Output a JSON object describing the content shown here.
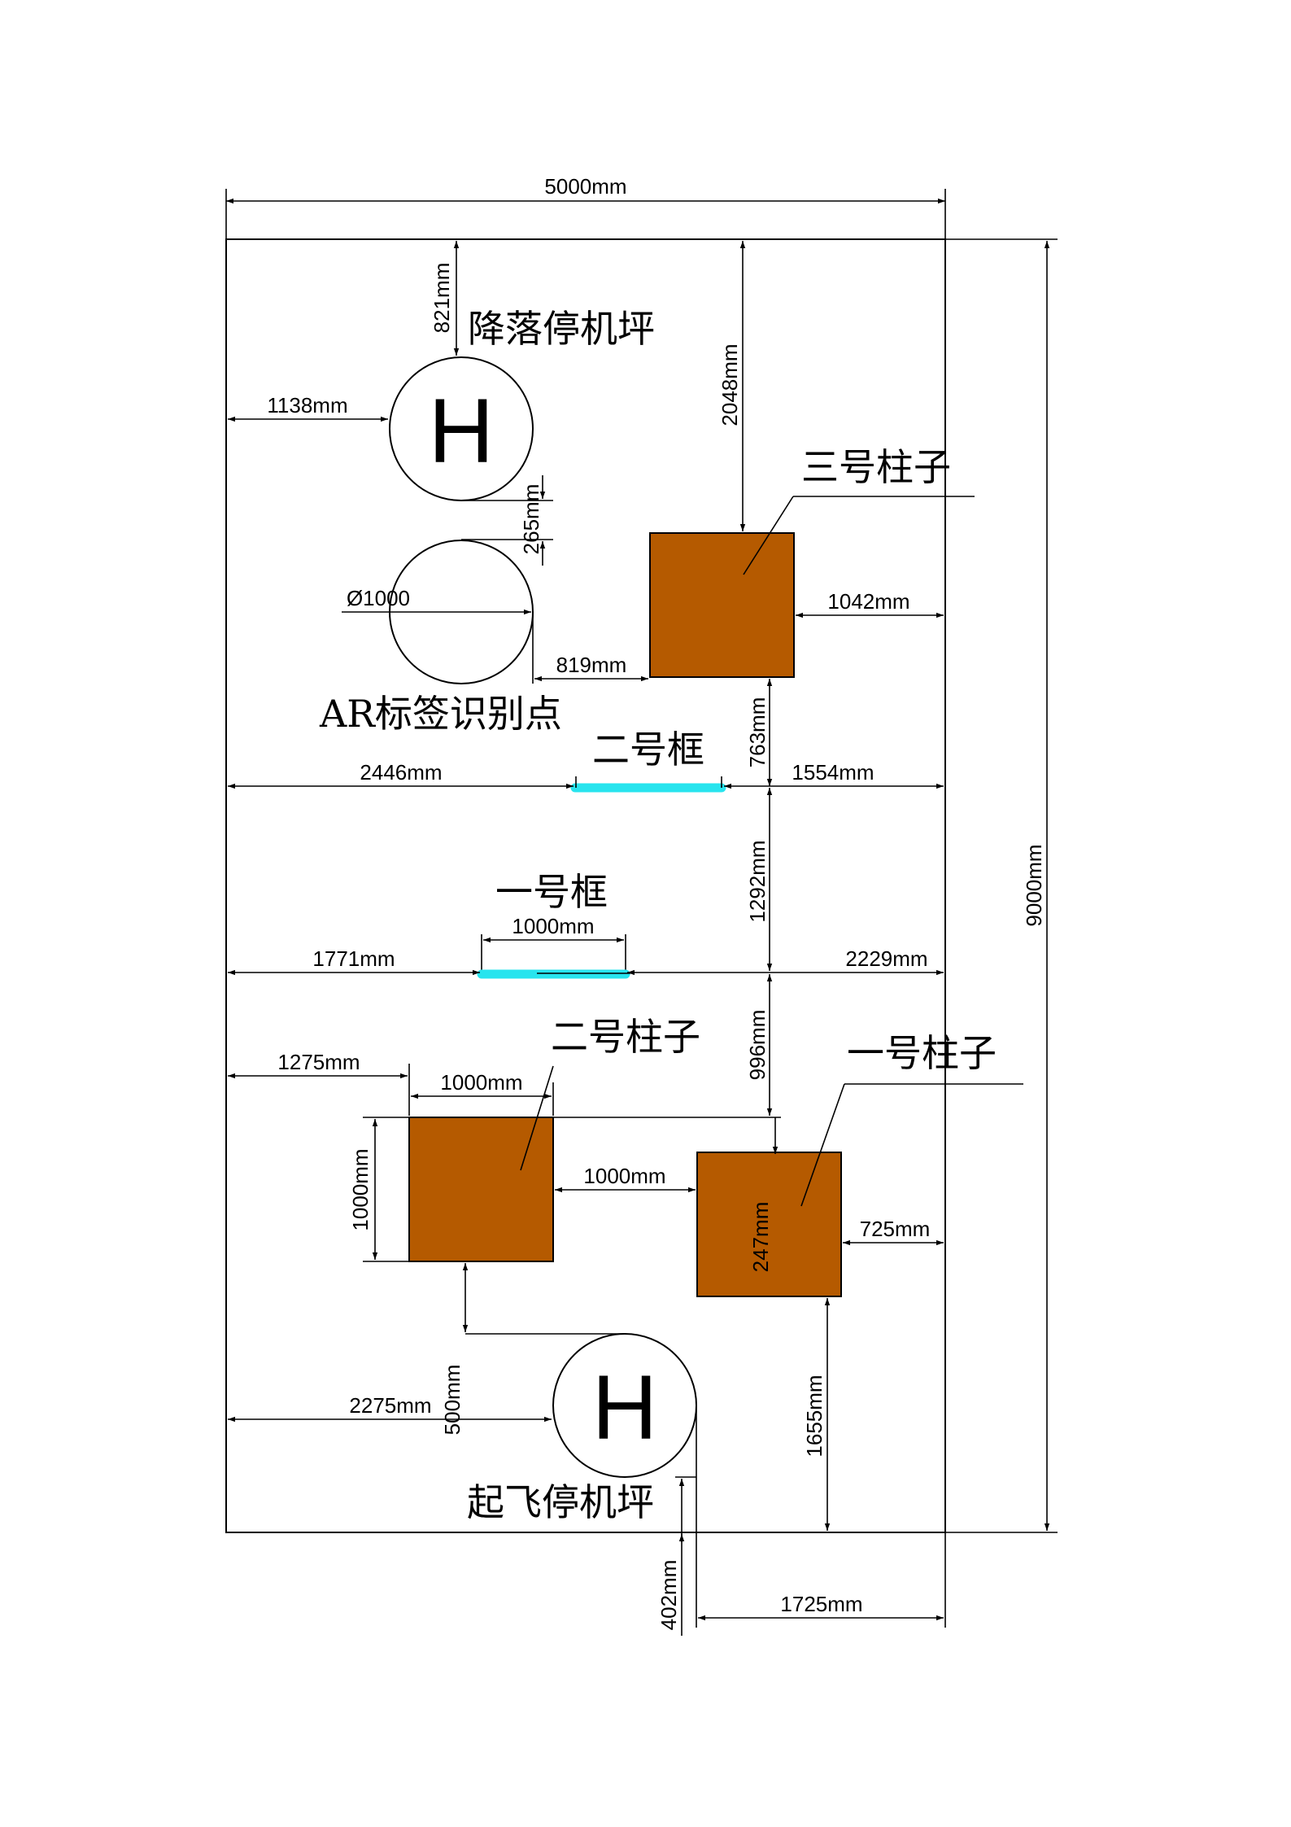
{
  "field": {
    "width_label": "5000mm",
    "height_label": "9000mm"
  },
  "landing_pad": {
    "label": "降落停机坪",
    "symbol": "H",
    "top_dim": "821mm",
    "left_dim": "1138mm",
    "gap_dim": "265mm"
  },
  "ar_marker": {
    "label": "AR标签识别点",
    "diameter": "Ø1000",
    "right_dim": "819mm"
  },
  "pillar_3": {
    "label": "三号柱子",
    "top_dim": "2048mm",
    "right_dim": "1042mm",
    "bottom_dim": "763mm"
  },
  "frame_2": {
    "label": "二号框",
    "left_dim": "2446mm",
    "right_dim": "1554mm"
  },
  "frame_1": {
    "label": "一号框",
    "width_dim": "1000mm",
    "left_dim": "1771mm",
    "right_dim": "2229mm",
    "gap_above_dim": "1292mm"
  },
  "pillar_2": {
    "label": "二号柱子",
    "left_dim": "1275mm",
    "width_dim": "1000mm",
    "height_dim": "1000mm",
    "gap_above_dim": "996mm"
  },
  "pillar_1": {
    "label": "一号柱子",
    "gap_dim": "1000mm",
    "right_dim": "725mm",
    "offset_dim": "247mm",
    "bottom_dim": "1655mm"
  },
  "takeoff_pad": {
    "label": "起飞停机坪",
    "symbol": "H",
    "left_dim": "2275mm",
    "gap_dim": "500mm",
    "bottom_dim": "402mm",
    "right_dim": "1725mm"
  },
  "colors": {
    "pillar": "#b55a00",
    "frame": "#28e4ee",
    "line": "#000000"
  }
}
